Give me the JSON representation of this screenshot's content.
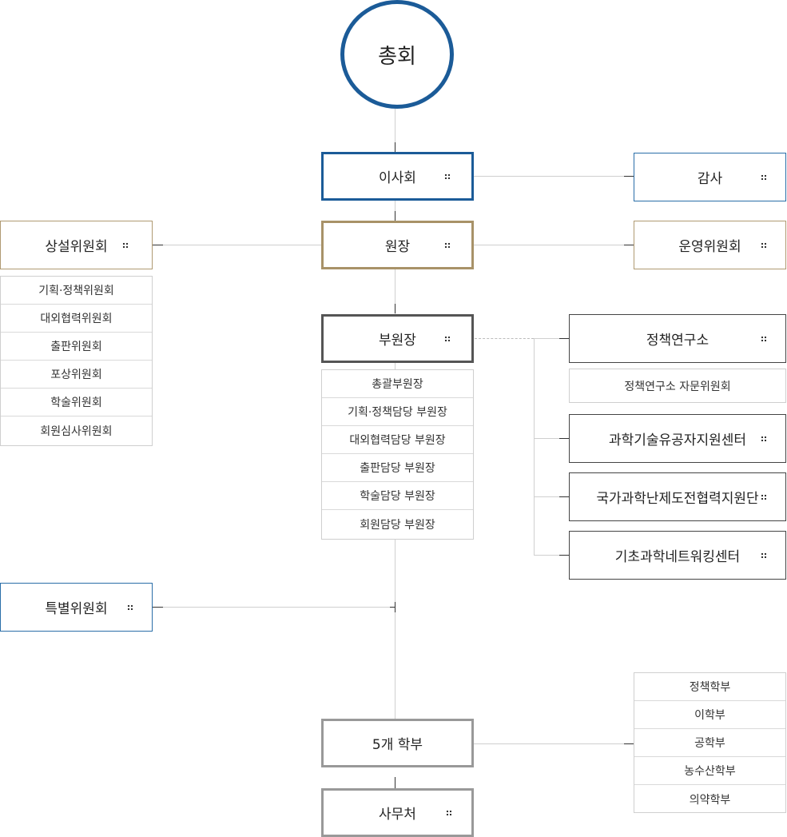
{
  "root": {
    "label": "총회"
  },
  "board": {
    "label": "이사회"
  },
  "auditor": {
    "label": "감사"
  },
  "president": {
    "label": "원장"
  },
  "standing_committee": {
    "label": "상설위원회"
  },
  "standing_committee_list": [
    "기획·정책위원회",
    "대외협력위원회",
    "출판위원회",
    "포상위원회",
    "학술위원회",
    "회원심사위원회"
  ],
  "operating_committee": {
    "label": "운영위원회"
  },
  "vice_president": {
    "label": "부원장"
  },
  "vice_president_list": [
    "총괄부원장",
    "기획·정책담당 부원장",
    "대외협력담당 부원장",
    "출판담당 부원장",
    "학술담당 부원장",
    "회원담당 부원장"
  ],
  "policy_institute": {
    "label": "정책연구소"
  },
  "policy_institute_advisory": {
    "label": "정책연구소 자문위원회"
  },
  "center_sci_tech": {
    "label": "과학기술유공자지원센터"
  },
  "center_national": {
    "label": "국가과학난제도전협력지원단"
  },
  "center_basic": {
    "label": "기초과학네트워킹센터"
  },
  "special_committee": {
    "label": "특별위원회"
  },
  "divisions": {
    "label": "5개 학부"
  },
  "divisions_list": [
    "정책학부",
    "이학부",
    "공학부",
    "농수산학부",
    "의약학부"
  ],
  "secretariat": {
    "label": "사무처"
  },
  "colors": {
    "blue": "#1b5b98",
    "gold": "#a89268",
    "dark": "#555555",
    "gray": "#999999"
  }
}
